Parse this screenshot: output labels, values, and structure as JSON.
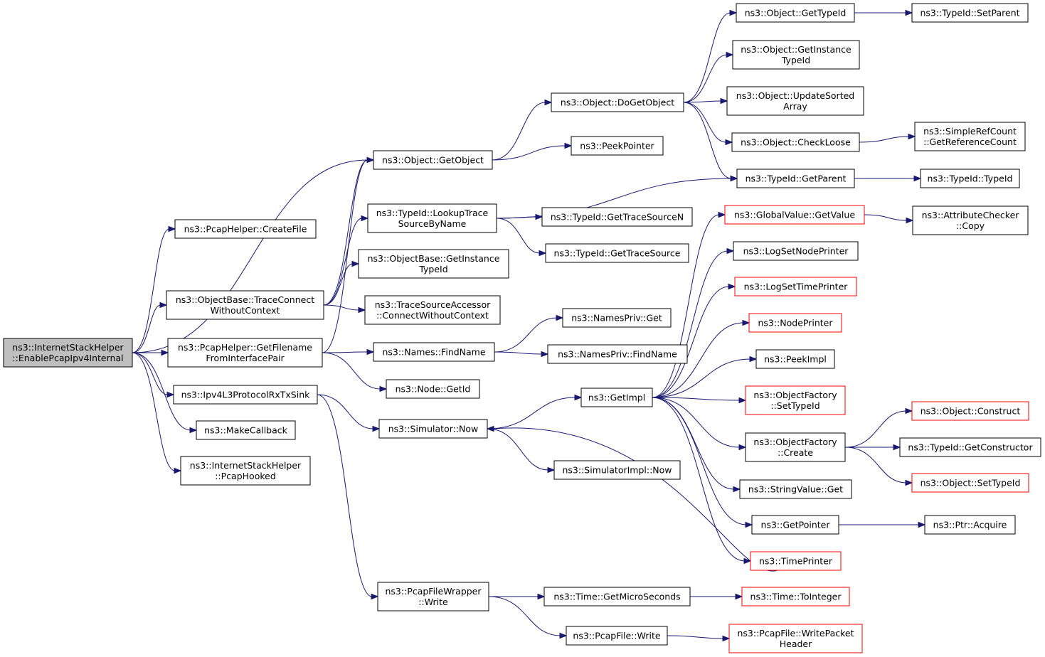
{
  "colors": {
    "edge": "#191970",
    "border_default": "#000000",
    "border_external": "#ff0000",
    "fill_default": "#ffffff",
    "fill_root": "#bfbfbf"
  },
  "nodes": [
    {
      "id": "root",
      "lines": [
        "ns3::InternetStackHelper",
        "::EnablePcapIpv4Internal"
      ],
      "kind": "root"
    },
    {
      "id": "createfile",
      "lines": [
        "ns3::PcapHelper::CreateFile"
      ],
      "kind": "default"
    },
    {
      "id": "traceconnect",
      "lines": [
        "ns3::ObjectBase::TraceConnect",
        "WithoutContext"
      ],
      "kind": "default"
    },
    {
      "id": "getfilename",
      "lines": [
        "ns3::PcapHelper::GetFilename",
        "FromInterfacePair"
      ],
      "kind": "default"
    },
    {
      "id": "ipv4l3",
      "lines": [
        "ns3::Ipv4L3ProtocolRxTxSink"
      ],
      "kind": "default"
    },
    {
      "id": "makecallback",
      "lines": [
        "ns3::MakeCallback"
      ],
      "kind": "default"
    },
    {
      "id": "pcaphooked",
      "lines": [
        "ns3::InternetStackHelper",
        "::PcapHooked"
      ],
      "kind": "default"
    },
    {
      "id": "getobject",
      "lines": [
        "ns3::Object::GetObject"
      ],
      "kind": "default"
    },
    {
      "id": "lookuptrace",
      "lines": [
        "ns3::TypeId::LookupTrace",
        "SourceByName"
      ],
      "kind": "default"
    },
    {
      "id": "obgetinstance",
      "lines": [
        "ns3::ObjectBase::GetInstance",
        "TypeId"
      ],
      "kind": "default"
    },
    {
      "id": "tsaconnect",
      "lines": [
        "ns3::TraceSourceAccessor",
        "::ConnectWithoutContext"
      ],
      "kind": "default"
    },
    {
      "id": "namesfind",
      "lines": [
        "ns3::Names::FindName"
      ],
      "kind": "default"
    },
    {
      "id": "nodegetid",
      "lines": [
        "ns3::Node::GetId"
      ],
      "kind": "default"
    },
    {
      "id": "simnow",
      "lines": [
        "ns3::Simulator::Now"
      ],
      "kind": "default"
    },
    {
      "id": "pfwwrite",
      "lines": [
        "ns3::PcapFileWrapper",
        "::Write"
      ],
      "kind": "default"
    },
    {
      "id": "dogetobject",
      "lines": [
        "ns3::Object::DoGetObject"
      ],
      "kind": "default"
    },
    {
      "id": "peekpointer",
      "lines": [
        "ns3::PeekPointer"
      ],
      "kind": "default"
    },
    {
      "id": "gettracesourcen",
      "lines": [
        "ns3::TypeId::GetTraceSourceN"
      ],
      "kind": "default"
    },
    {
      "id": "gettracesource",
      "lines": [
        "ns3::TypeId::GetTraceSource"
      ],
      "kind": "default"
    },
    {
      "id": "namesprivget",
      "lines": [
        "ns3::NamesPriv::Get"
      ],
      "kind": "default"
    },
    {
      "id": "namesprivfind",
      "lines": [
        "ns3::NamesPriv::FindName"
      ],
      "kind": "default"
    },
    {
      "id": "getimpl",
      "lines": [
        "ns3::GetImpl"
      ],
      "kind": "default"
    },
    {
      "id": "simimplnow",
      "lines": [
        "ns3::SimulatorImpl::Now"
      ],
      "kind": "default"
    },
    {
      "id": "getmicro",
      "lines": [
        "ns3::Time::GetMicroSeconds"
      ],
      "kind": "default"
    },
    {
      "id": "pcapfilewrite",
      "lines": [
        "ns3::PcapFile::Write"
      ],
      "kind": "default"
    },
    {
      "id": "objgettypeid",
      "lines": [
        "ns3::Object::GetTypeId"
      ],
      "kind": "default"
    },
    {
      "id": "objgetinstance",
      "lines": [
        "ns3::Object::GetInstance",
        "TypeId"
      ],
      "kind": "default"
    },
    {
      "id": "updatesorted",
      "lines": [
        "ns3::Object::UpdateSorted",
        "Array"
      ],
      "kind": "default"
    },
    {
      "id": "checkloose",
      "lines": [
        "ns3::Object::CheckLoose"
      ],
      "kind": "default"
    },
    {
      "id": "typeidgetparent",
      "lines": [
        "ns3::TypeId::GetParent"
      ],
      "kind": "default"
    },
    {
      "id": "globalvalue",
      "lines": [
        "ns3::GlobalValue::GetValue"
      ],
      "kind": "external"
    },
    {
      "id": "lognodeprinter",
      "lines": [
        "ns3::LogSetNodePrinter"
      ],
      "kind": "default"
    },
    {
      "id": "logtimeprinter",
      "lines": [
        "ns3::LogSetTimePrinter"
      ],
      "kind": "external"
    },
    {
      "id": "nodeprinter",
      "lines": [
        "ns3::NodePrinter"
      ],
      "kind": "external"
    },
    {
      "id": "peekimpl",
      "lines": [
        "ns3::PeekImpl"
      ],
      "kind": "default"
    },
    {
      "id": "ofsettypeid",
      "lines": [
        "ns3::ObjectFactory",
        "::SetTypeId"
      ],
      "kind": "external"
    },
    {
      "id": "ofcreate",
      "lines": [
        "ns3::ObjectFactory",
        "::Create"
      ],
      "kind": "default"
    },
    {
      "id": "stringvalueget",
      "lines": [
        "ns3::StringValue::Get"
      ],
      "kind": "default"
    },
    {
      "id": "getpointer",
      "lines": [
        "ns3::GetPointer"
      ],
      "kind": "default"
    },
    {
      "id": "timeprinter",
      "lines": [
        "ns3::TimePrinter"
      ],
      "kind": "external"
    },
    {
      "id": "timetointeger",
      "lines": [
        "ns3::Time::ToInteger"
      ],
      "kind": "external"
    },
    {
      "id": "writepacketheader",
      "lines": [
        "ns3::PcapFile::WritePacket",
        "Header"
      ],
      "kind": "external"
    },
    {
      "id": "typeidsetparent",
      "lines": [
        "ns3::TypeId::SetParent"
      ],
      "kind": "default"
    },
    {
      "id": "simplerefcount",
      "lines": [
        "ns3::SimpleRefCount",
        "::GetReferenceCount"
      ],
      "kind": "default"
    },
    {
      "id": "typeidtypeid",
      "lines": [
        "ns3::TypeId::TypeId"
      ],
      "kind": "default"
    },
    {
      "id": "attrchecker",
      "lines": [
        "ns3::AttributeChecker",
        "::Copy"
      ],
      "kind": "default"
    },
    {
      "id": "objconstruct",
      "lines": [
        "ns3::Object::Construct"
      ],
      "kind": "external"
    },
    {
      "id": "getconstructor",
      "lines": [
        "ns3::TypeId::GetConstructor"
      ],
      "kind": "default"
    },
    {
      "id": "objsettypeid",
      "lines": [
        "ns3::Object::SetTypeId"
      ],
      "kind": "external"
    },
    {
      "id": "ptracquire",
      "lines": [
        "ns3::Ptr::Acquire"
      ],
      "kind": "default"
    }
  ],
  "edges": [
    [
      "root",
      "createfile"
    ],
    [
      "root",
      "traceconnect"
    ],
    [
      "root",
      "getfilename"
    ],
    [
      "root",
      "ipv4l3"
    ],
    [
      "root",
      "makecallback"
    ],
    [
      "root",
      "pcaphooked"
    ],
    [
      "root",
      "getobject"
    ],
    [
      "traceconnect",
      "getobject"
    ],
    [
      "traceconnect",
      "lookuptrace"
    ],
    [
      "traceconnect",
      "obgetinstance"
    ],
    [
      "traceconnect",
      "tsaconnect"
    ],
    [
      "getfilename",
      "getobject"
    ],
    [
      "getfilename",
      "namesfind"
    ],
    [
      "getfilename",
      "nodegetid"
    ],
    [
      "ipv4l3",
      "simnow"
    ],
    [
      "ipv4l3",
      "pfwwrite"
    ],
    [
      "getobject",
      "dogetobject"
    ],
    [
      "getobject",
      "peekpointer"
    ],
    [
      "lookuptrace",
      "typeidgetparent"
    ],
    [
      "lookuptrace",
      "gettracesourcen"
    ],
    [
      "lookuptrace",
      "gettracesource"
    ],
    [
      "namesfind",
      "namesprivget"
    ],
    [
      "namesfind",
      "namesprivfind"
    ],
    [
      "simnow",
      "getimpl"
    ],
    [
      "simnow",
      "simimplnow"
    ],
    [
      "pfwwrite",
      "getmicro"
    ],
    [
      "pfwwrite",
      "pcapfilewrite"
    ],
    [
      "dogetobject",
      "objgettypeid"
    ],
    [
      "dogetobject",
      "objgetinstance"
    ],
    [
      "dogetobject",
      "updatesorted"
    ],
    [
      "dogetobject",
      "checkloose"
    ],
    [
      "dogetobject",
      "typeidgetparent"
    ],
    [
      "objgettypeid",
      "typeidsetparent"
    ],
    [
      "checkloose",
      "simplerefcount"
    ],
    [
      "typeidgetparent",
      "typeidtypeid"
    ],
    [
      "getimpl",
      "globalvalue"
    ],
    [
      "getimpl",
      "lognodeprinter"
    ],
    [
      "getimpl",
      "logtimeprinter"
    ],
    [
      "getimpl",
      "nodeprinter"
    ],
    [
      "getimpl",
      "peekimpl"
    ],
    [
      "getimpl",
      "ofsettypeid"
    ],
    [
      "getimpl",
      "ofcreate"
    ],
    [
      "getimpl",
      "stringvalueget"
    ],
    [
      "getimpl",
      "getpointer"
    ],
    [
      "getimpl",
      "timeprinter"
    ],
    [
      "timeprinter",
      "simnow"
    ],
    [
      "globalvalue",
      "attrchecker"
    ],
    [
      "ofcreate",
      "objconstruct"
    ],
    [
      "ofcreate",
      "getconstructor"
    ],
    [
      "ofcreate",
      "objsettypeid"
    ],
    [
      "getpointer",
      "ptracquire"
    ],
    [
      "getmicro",
      "timetointeger"
    ],
    [
      "pcapfilewrite",
      "writepacketheader"
    ]
  ]
}
